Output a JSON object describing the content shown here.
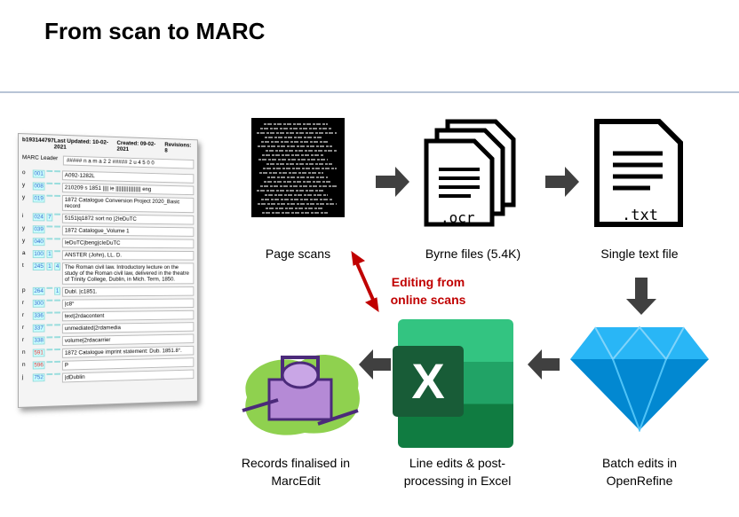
{
  "title": "From scan to MARC",
  "marc": {
    "id": "b193144797",
    "updated": "Last Updated: 10-02-2021",
    "created": "Created: 09-02-2021",
    "revisions": "Revisions: 8",
    "leader_label": "MARC Leader",
    "leader": "##### n a m a 2 2 ##### 2 u 4 5 0 0",
    "rows": [
      {
        "c": "o",
        "tag": "001",
        "i1": "",
        "i2": "",
        "val": "A092-1282L"
      },
      {
        "c": "y",
        "tag": "008",
        "i1": "",
        "i2": "",
        "val": "210209 s 1851 |||| ie |||||||||||||||||| eng"
      },
      {
        "c": "y",
        "tag": "019",
        "i1": "",
        "i2": "",
        "val": "1872 Catalogue Conversion Project 2020_Basic record"
      },
      {
        "c": "i",
        "tag": "024",
        "i1": "7",
        "i2": "",
        "val": "5151|q1872 sort no |2IeDuTC"
      },
      {
        "c": "y",
        "tag": "039",
        "i1": "",
        "i2": "",
        "val": "1872 Catalogue_Volume 1"
      },
      {
        "c": "y",
        "tag": "040",
        "i1": "",
        "i2": "",
        "val": "IeDuTC|beng|cIeDuTC"
      },
      {
        "c": "a",
        "tag": "100",
        "i1": "1",
        "i2": "",
        "val": "ANSTER (John), LL. D."
      },
      {
        "c": "t",
        "tag": "245",
        "i1": "1",
        "i2": "4",
        "val": "The Roman civil law. Introductory lecture on the study of the Roman civil law, delivered in the theatre of Trinity College, Dublin, in Mich. Term, 1850."
      },
      {
        "c": "p",
        "tag": "264",
        "i1": "",
        "i2": "1",
        "val": "Dubl. |c1851."
      },
      {
        "c": "r",
        "tag": "300",
        "i1": "",
        "i2": "",
        "val": "|c8°"
      },
      {
        "c": "r",
        "tag": "336",
        "i1": "",
        "i2": "",
        "val": "text|2rdacontent"
      },
      {
        "c": "r",
        "tag": "337",
        "i1": "",
        "i2": "",
        "val": "unmediated|2rdamedia"
      },
      {
        "c": "r",
        "tag": "338",
        "i1": "",
        "i2": "",
        "val": "volume|2rdacarrier"
      },
      {
        "c": "n",
        "tag": "591",
        "i1": "",
        "i2": "",
        "val": "1872 Catalogue imprint statement: Dub. 1851.8°.",
        "red": true
      },
      {
        "c": "n",
        "tag": "596",
        "i1": "",
        "i2": "",
        "val": "P",
        "red": true
      },
      {
        "c": "j",
        "tag": "752",
        "i1": "",
        "i2": "",
        "val": "|dDublin"
      }
    ]
  },
  "steps": {
    "page_scans": "Page scans",
    "byrne": "Byrne files (5.4K)",
    "byrne_ext": ".ocr",
    "single": "Single text file",
    "single_ext": ".txt",
    "openrefine": "Batch edits in OpenRefine",
    "excel": "Line edits & post-processing in Excel",
    "excel_letter": "X",
    "marcedit": "Records finalised in MarcEdit"
  },
  "editing_note": "Editing from online scans",
  "colors": {
    "accent_red": "#c00000",
    "arrow": "#404040",
    "excel_green": "#1e7145",
    "diamond": "#29b6f6"
  }
}
